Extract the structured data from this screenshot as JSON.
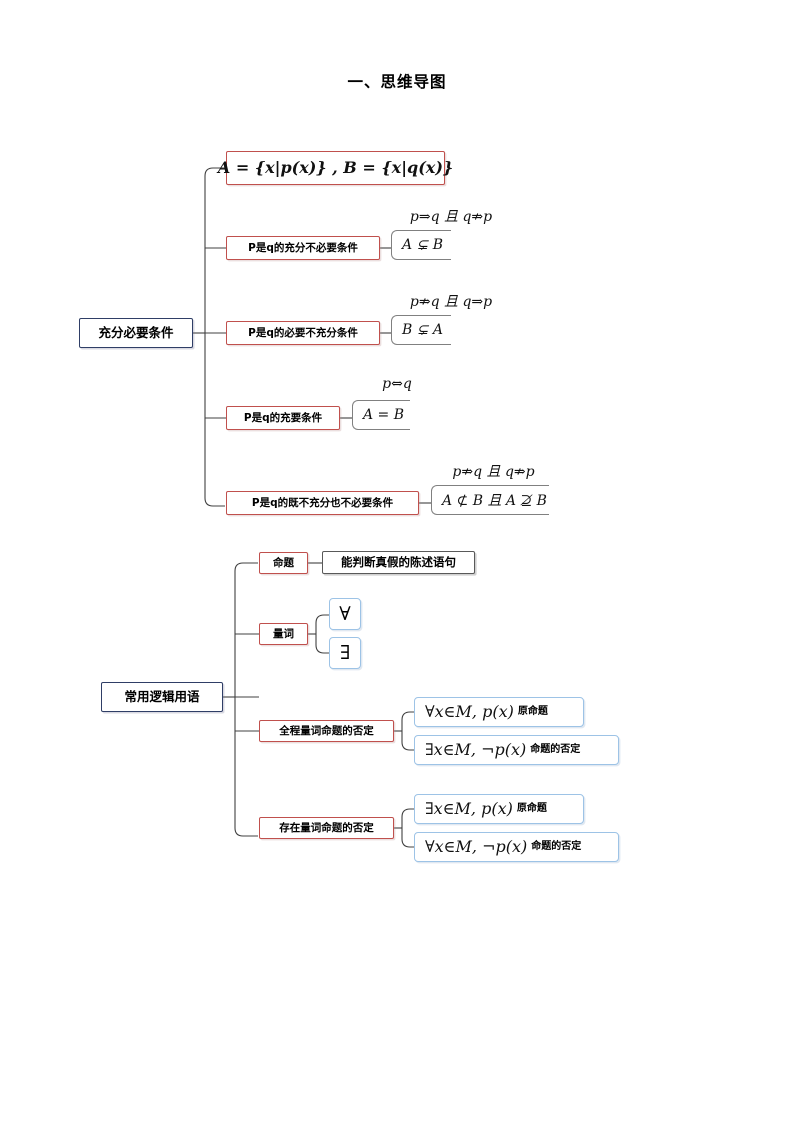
{
  "document": {
    "title": "一、思维导图"
  },
  "mindmap": {
    "branch1": {
      "root_label": "充分必要条件",
      "sets_box": "A = {x|p(x)} , B = {x|q(x)}",
      "items": [
        {
          "label": "P是q的充分不必要条件",
          "logic": "p⇒q 且 q⇏p",
          "sets": "A ⊊ B"
        },
        {
          "label": "P是q的必要不充分条件",
          "logic": "p⇏q 且 q⇒p",
          "sets": "B ⊊ A"
        },
        {
          "label": "P是q的充要条件",
          "logic": "p⇔q",
          "sets": "A = B"
        },
        {
          "label": "P是q的既不充分也不必要条件",
          "logic": "p⇏q 且 q⇏p",
          "sets": "A ⊄ B 且 A ⊉ B"
        }
      ]
    },
    "branch2": {
      "root_label": "常用逻辑用语",
      "proposition": {
        "label": "命题",
        "definition": "能判断真假的陈述语句"
      },
      "quantifier": {
        "label": "量词",
        "symbols": [
          "∀",
          "∃"
        ]
      },
      "universal_negation": {
        "label": "全程量词命题的否定",
        "original": "∀x∈M, p(x)",
        "original_tag": "原命题",
        "negation": "∃x∈M, ¬p(x)",
        "negation_tag": "命题的否定"
      },
      "existential_negation": {
        "label": "存在量词命题的否定",
        "original": "∃x∈M, p(x)",
        "original_tag": "原命题",
        "negation": "∀x∈M, ¬p(x)",
        "negation_tag": "命题的否定"
      }
    }
  },
  "colors": {
    "root_border": "#2f3e66",
    "branch_border": "#c0504d",
    "leaf_gray_border": "#595959",
    "leaf_blue_border": "#9dc3e6",
    "connector": "#404040"
  }
}
